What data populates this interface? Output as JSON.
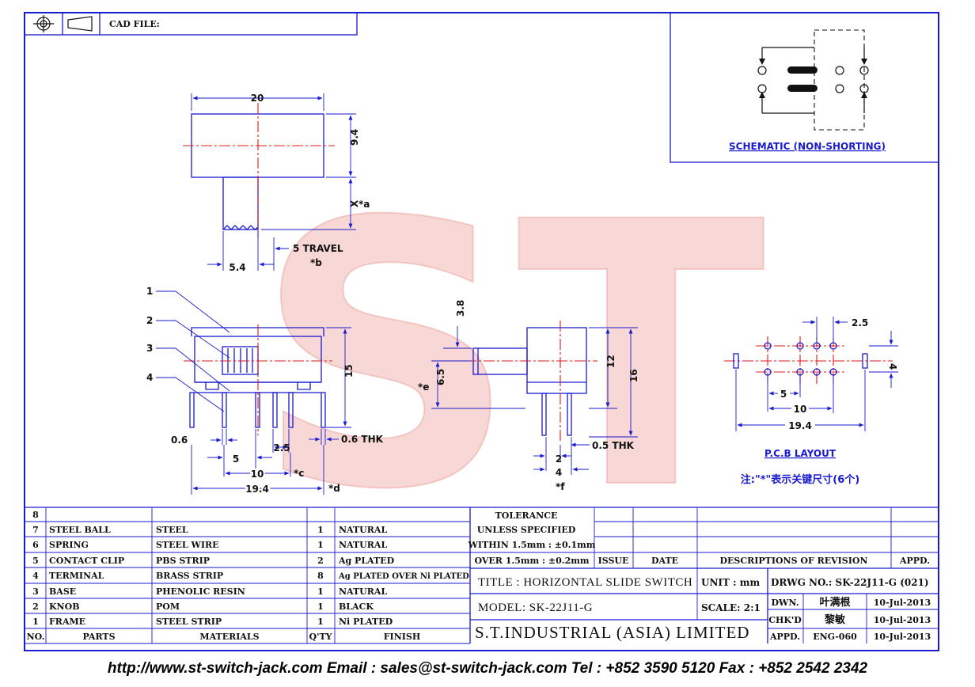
{
  "header": {
    "cad_file_label": "CAD FILE:"
  },
  "schematic": {
    "caption": "SCHEMATIC (NON-SHORTING)"
  },
  "front_view": {
    "width_dim": "20",
    "height_dim": "9.4",
    "x_dim": "X",
    "x_note": "*a",
    "travel_dim": "5 TRAVEL",
    "travel_note": "*b",
    "offset_dim": "5.4"
  },
  "side_view": {
    "callouts": [
      "1",
      "2",
      "3",
      "4"
    ],
    "height_dim": "15",
    "pin_width_dim": "0.6",
    "pin_thk_dim": "0.6 THK",
    "pitch_dim": "2.5",
    "span5_dim": "5",
    "span10_dim": "10",
    "span10_note": "*c",
    "span19_dim": "19.4",
    "span19_note": "*d"
  },
  "end_view": {
    "knob_dim": "3.8",
    "knob_offset_dim": "6.5",
    "knob_offset_note": "*e",
    "height12_dim": "12",
    "height16_dim": "16",
    "pin_thk_dim": "0.5 THK",
    "row_dim": "2",
    "row_span_dim": "4",
    "row_span_note": "*f"
  },
  "pcb": {
    "pitch_dim": "2.5",
    "row_dim": "4",
    "span5_dim": "5",
    "span10_dim": "10",
    "span19_dim": "19.4",
    "caption": "P.C.B  LAYOUT",
    "note": "注:\"*\"表示关键尺寸(6个)"
  },
  "bom": {
    "headers": {
      "no": "NO.",
      "parts": "PARTS",
      "materials": "MATERIALS",
      "qty": "Q'TY",
      "finish": "FINISH"
    },
    "rows": [
      {
        "no": "8",
        "part": "",
        "material": "",
        "qty": "",
        "finish": ""
      },
      {
        "no": "7",
        "part": "STEEL BALL",
        "material": "STEEL",
        "qty": "1",
        "finish": "NATURAL"
      },
      {
        "no": "6",
        "part": "SPRING",
        "material": "STEEL WIRE",
        "qty": "1",
        "finish": "NATURAL"
      },
      {
        "no": "5",
        "part": "CONTACT CLIP",
        "material": "PBS STRIP",
        "qty": "2",
        "finish": "Ag PLATED"
      },
      {
        "no": "4",
        "part": "TERMINAL",
        "material": "BRASS STRIP",
        "qty": "8",
        "finish": "Ag PLATED OVER Ni PLATED"
      },
      {
        "no": "3",
        "part": "BASE",
        "material": "PHENOLIC RESIN",
        "qty": "1",
        "finish": "NATURAL"
      },
      {
        "no": "2",
        "part": "KNOB",
        "material": "POM",
        "qty": "1",
        "finish": "BLACK"
      },
      {
        "no": "1",
        "part": "FRAME",
        "material": "STEEL STRIP",
        "qty": "1",
        "finish": "Ni PLATED"
      }
    ]
  },
  "tolerance": {
    "title": "TOLERANCE",
    "subtitle": "UNLESS  SPECIFIED",
    "within": "WITHIN 1.5mm : ±0.1mm",
    "over": "OVER 1.5mm : ±0.2mm"
  },
  "revision": {
    "issue_label": "ISSUE",
    "date_label": "DATE",
    "desc_label": "DESCRIPTIONS OF REVISION",
    "appd_label": "APPD."
  },
  "title_block": {
    "title": "TITLE :  HORIZONTAL SLIDE SWITCH",
    "unit": "UNIT :  mm",
    "drwg_no": "DRWG NO.: SK-22J11-G (021)",
    "model": "MODEL:  SK-22J11-G",
    "scale": "SCALE:  2:1",
    "company": "S.T.INDUSTRIAL  (ASIA)  LIMITED",
    "dwn_label": "DWN.",
    "dwn_name": "叶满根",
    "dwn_date": "10-Jul-2013",
    "chkd_label": "CHK'D",
    "chkd_name": "黎敏",
    "chkd_date": "10-Jul-2013",
    "appd_label": "APPD.",
    "appd_name": "ENG-060",
    "appd_date": "10-Jul-2013"
  },
  "watermark": {
    "text": "ST"
  },
  "footer": {
    "text": "http://www.st-switch-jack.com  Email : sales@st-switch-jack.com  Tel : +852 3590 5120  Fax : +852 2542 2342"
  },
  "colors": {
    "line": "#1a1ad0",
    "centerline": "#e01818",
    "watermark": "#f2b8b4"
  }
}
